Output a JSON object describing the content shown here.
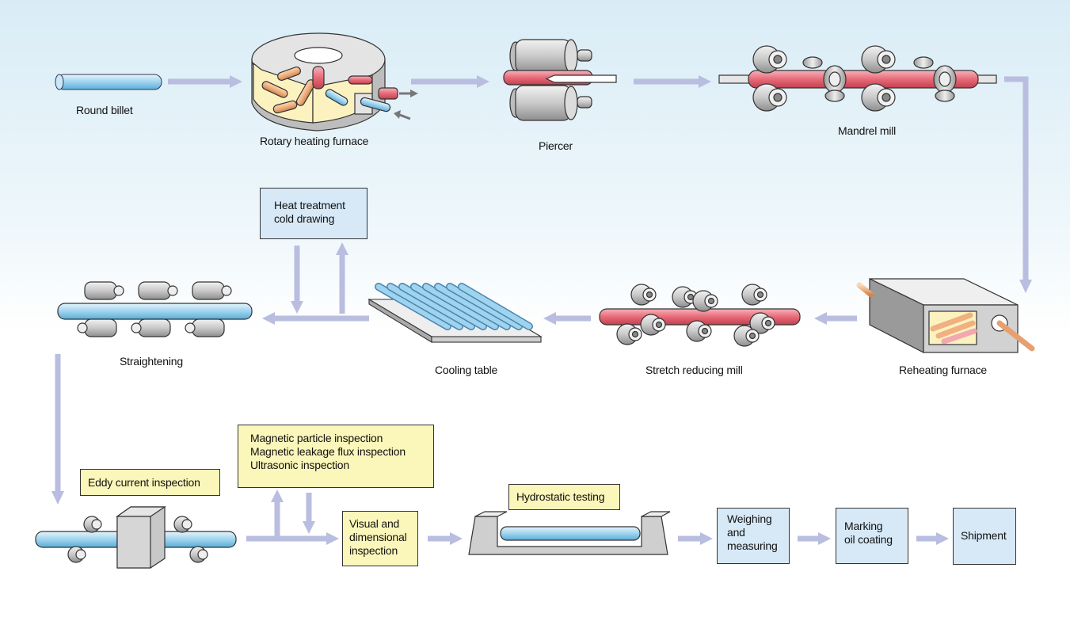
{
  "diagram": {
    "steps": {
      "round_billet": "Round billet",
      "rotary_heating_furnace": "Rotary heating furnace",
      "piercer": "Piercer",
      "mandrel_mill": "Mandrel mill",
      "reheating_furnace": "Reheating furnace",
      "stretch_reducing_mill": "Stretch reducing mill",
      "cooling_table": "Cooling table",
      "straightening": "Straightening"
    },
    "boxes": {
      "heat_treatment": [
        "Heat treatment",
        "cold drawing"
      ],
      "eddy_current": "Eddy current inspection",
      "magnetic": [
        "Magnetic particle inspection",
        "Magnetic leakage flux inspection",
        "Ultrasonic inspection"
      ],
      "visual": [
        "Visual and",
        "dimensional",
        "inspection"
      ],
      "hydrostatic": "Hydrostatic testing",
      "weighing": [
        "Weighing",
        "and",
        "measuring"
      ],
      "marking": [
        "Marking",
        "oil coating"
      ],
      "shipment": "Shipment"
    },
    "colors": {
      "flow_arrow": "#b9bde0",
      "billet_blue": "#9fd3ee",
      "hot_pipe": "#e86a78",
      "warm_pipe": "#f0b080",
      "roll_gray": "#c9c9c9",
      "box_blue": "#d7e9f7",
      "box_yellow": "#fbf6b9"
    }
  }
}
